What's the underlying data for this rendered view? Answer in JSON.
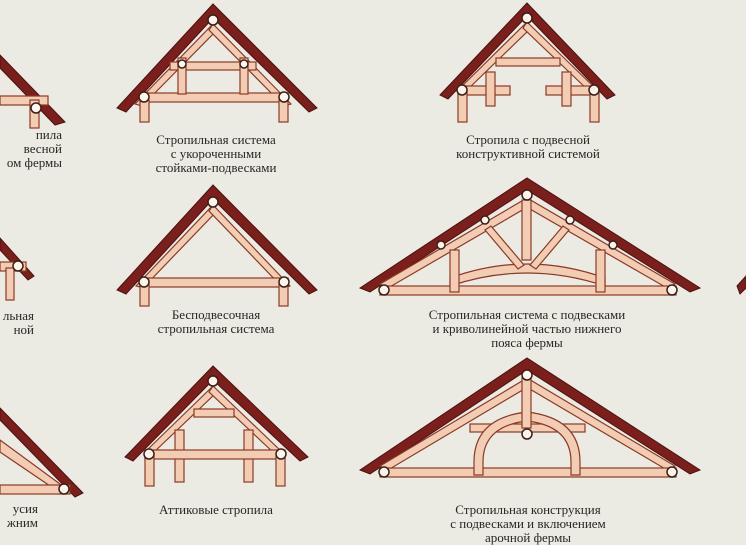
{
  "captions": {
    "left_top": [
      "пила",
      "весной",
      "ом фермы"
    ],
    "short_posts": [
      "Стропильная система",
      "с укороченными",
      "стойками-подвесками"
    ],
    "suspended": [
      "Стропила с подвесной",
      "конструктивной системой"
    ],
    "left_mid": [
      "льная",
      "ной"
    ],
    "no_hanger": [
      "Бесподвесочная",
      "стропильная система"
    ],
    "curved": [
      "Стропильная система с подвесками",
      "и криволинейной частью нижнего",
      "пояса фермы"
    ],
    "left_bot": [
      "усия",
      "жним"
    ],
    "attic": [
      "Аттиковые стропила"
    ],
    "arched": [
      "Стропильная конструкция",
      "с подвесками и включением",
      "арочной фермы"
    ]
  },
  "colors": {
    "background": "#ecebe3",
    "roof": "#7a1f1c",
    "timber": "#f3ccb4",
    "timber_outline": "#8a3a26",
    "caption": "#2a2622"
  }
}
